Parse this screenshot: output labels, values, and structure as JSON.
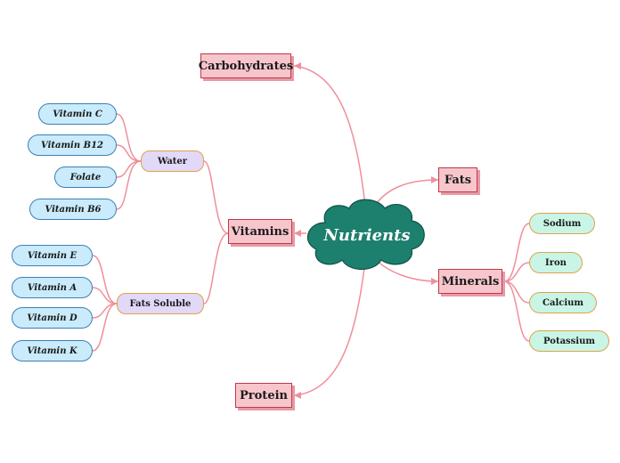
{
  "center": "Nutrients",
  "branches": {
    "carbohydrates": "Carbohydrates",
    "fats": "Fats",
    "vitamins": "Vitamins",
    "minerals": "Minerals",
    "protein": "Protein"
  },
  "vitamin_groups": {
    "water": "Water",
    "fats_soluble": "Fats Soluble"
  },
  "water_vitamins": [
    "Vitamin C",
    "Vitamin B12",
    "Folate",
    "Vitamin B6"
  ],
  "fat_vitamins": [
    "Vitamin E",
    "Vitamin A",
    "Vitamin D",
    "Vitamin K"
  ],
  "minerals": [
    "Sodium",
    "Iron",
    "Calcium",
    "Potassium"
  ],
  "colors": {
    "center_fill": "#1d7f6e",
    "connector": "#ef8f9c",
    "main_fill": "#f7c6cc",
    "water_fill": "#e2d8f8",
    "vitamin_fill": "#c9ebfb",
    "mineral_fill": "#c9f5e7"
  }
}
